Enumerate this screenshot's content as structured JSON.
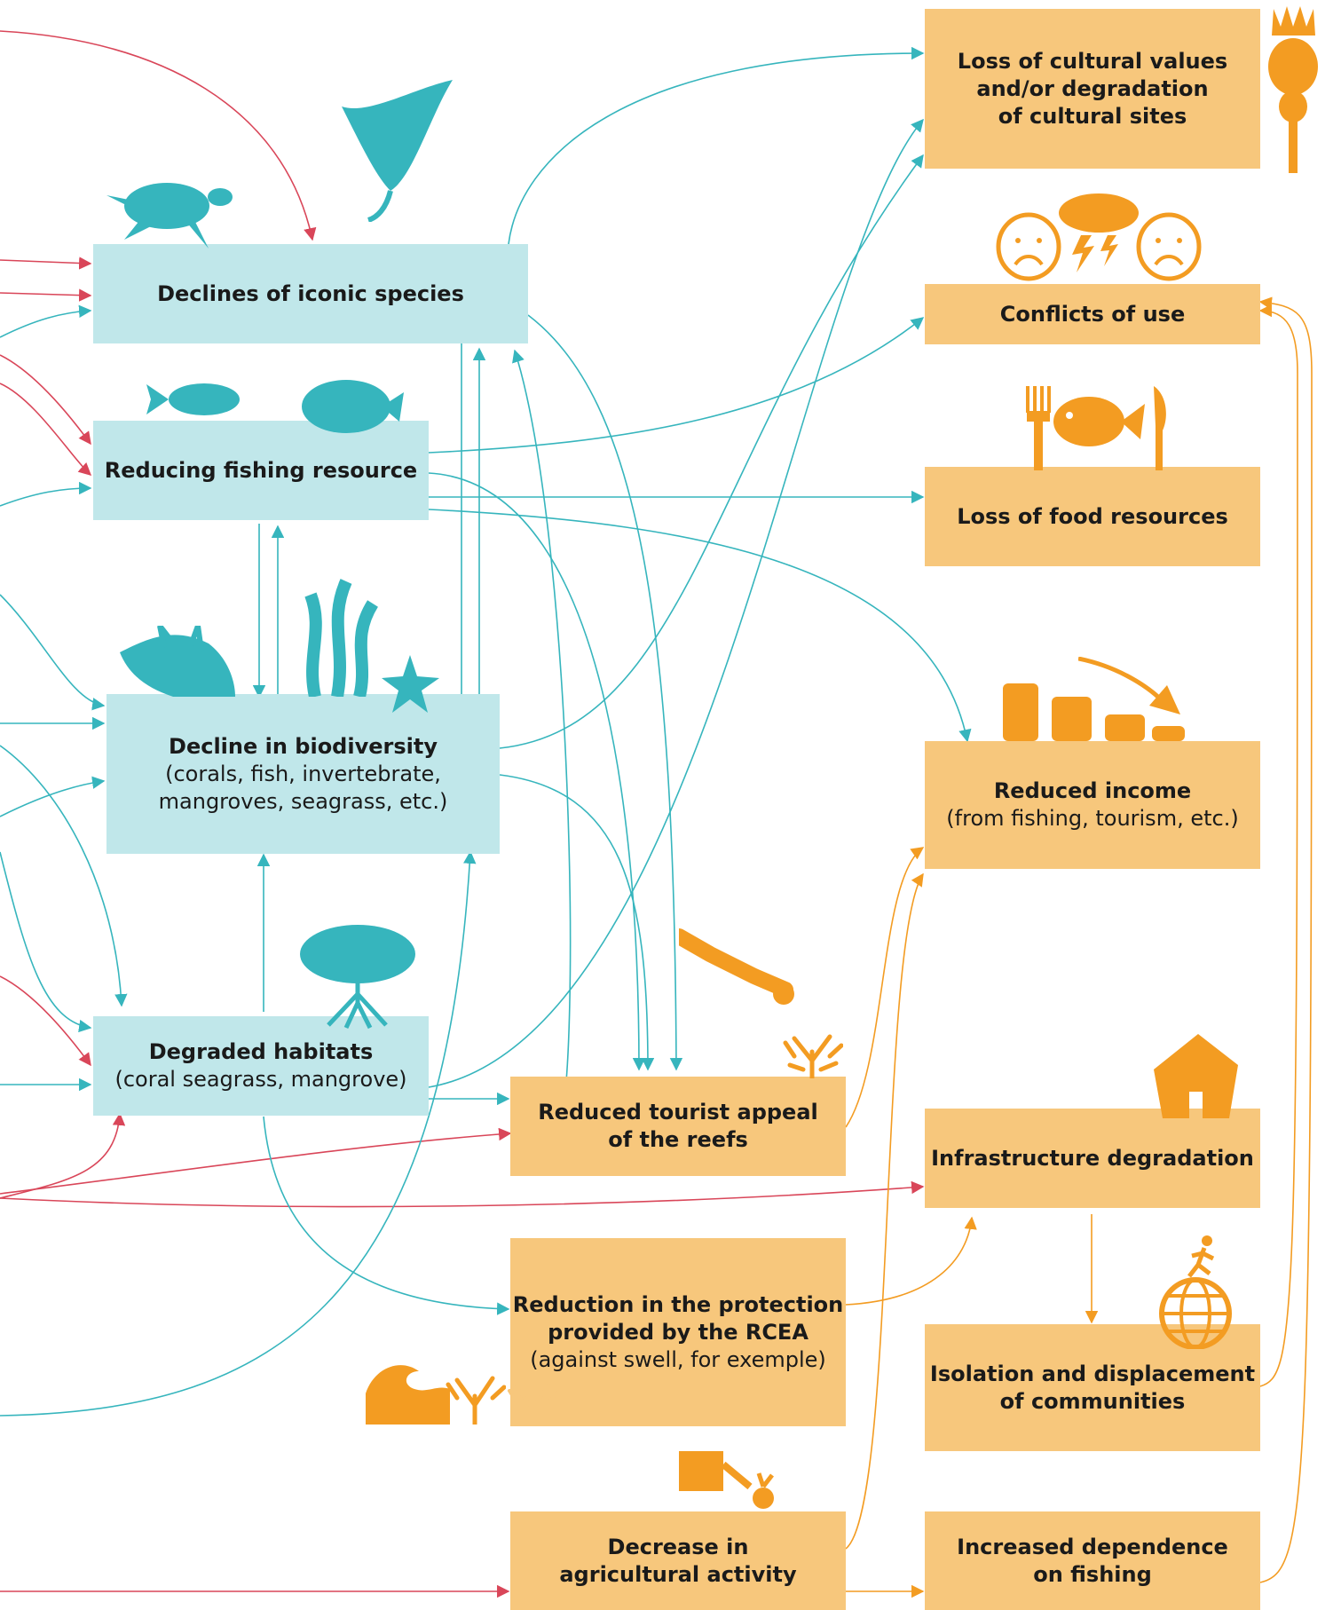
{
  "colors": {
    "teal_box": "#c0e7ea",
    "orange_box": "#f7c77c",
    "teal_arrow": "#36b5bd",
    "red_arrow": "#d94659",
    "orange_arrow": "#f39c22"
  },
  "impacts": {
    "iconic_species": {
      "title": "Declines of iconic species"
    },
    "fishing_resource": {
      "title": "Reducing fishing resource"
    },
    "biodiversity": {
      "title": "Decline in biodiversity",
      "sub1": "(corals, fish, invertebrate,",
      "sub2": "mangroves, seagrass, etc.)"
    },
    "habitats": {
      "title": "Degraded habitats",
      "sub": "(coral seagrass, mangrove)"
    },
    "tourist": {
      "line1": "Reduced tourist appeal",
      "line2": "of the reefs"
    },
    "protection": {
      "line1": "Reduction in the protection",
      "line2": "provided by the RCEA",
      "sub": "(against swell, for exemple)"
    },
    "agriculture": {
      "line1": "Decrease in",
      "line2": "agricultural activity"
    }
  },
  "consequences": {
    "cultural": {
      "line1": "Loss of cultural values",
      "line2": "and/or degradation",
      "line3": "of cultural sites"
    },
    "conflicts": {
      "title": "Conflicts of use"
    },
    "food": {
      "title": "Loss of food resources"
    },
    "income": {
      "title": "Reduced income",
      "sub": "(from fishing, tourism, etc.)"
    },
    "infrastructure": {
      "title": "Infrastructure degradation"
    },
    "isolation": {
      "line1": "Isolation and displacement",
      "line2": "of communities"
    },
    "dependence": {
      "line1": "Increased dependence",
      "line2": "on fishing"
    }
  },
  "icons": [
    "turtle-icon",
    "manta-ray-icon",
    "fish-icon",
    "conch-shell-icon",
    "seaweed-icon",
    "starfish-icon",
    "mangrove-tree-icon",
    "diver-icon",
    "coral-icon",
    "wave-icon",
    "watering-can-icon",
    "totem-icon",
    "angry-face-icon",
    "storm-cloud-icon",
    "fork-icon",
    "knife-icon",
    "coin-stack-icon",
    "trend-down-arrow-icon",
    "house-icon",
    "globe-runner-icon"
  ]
}
